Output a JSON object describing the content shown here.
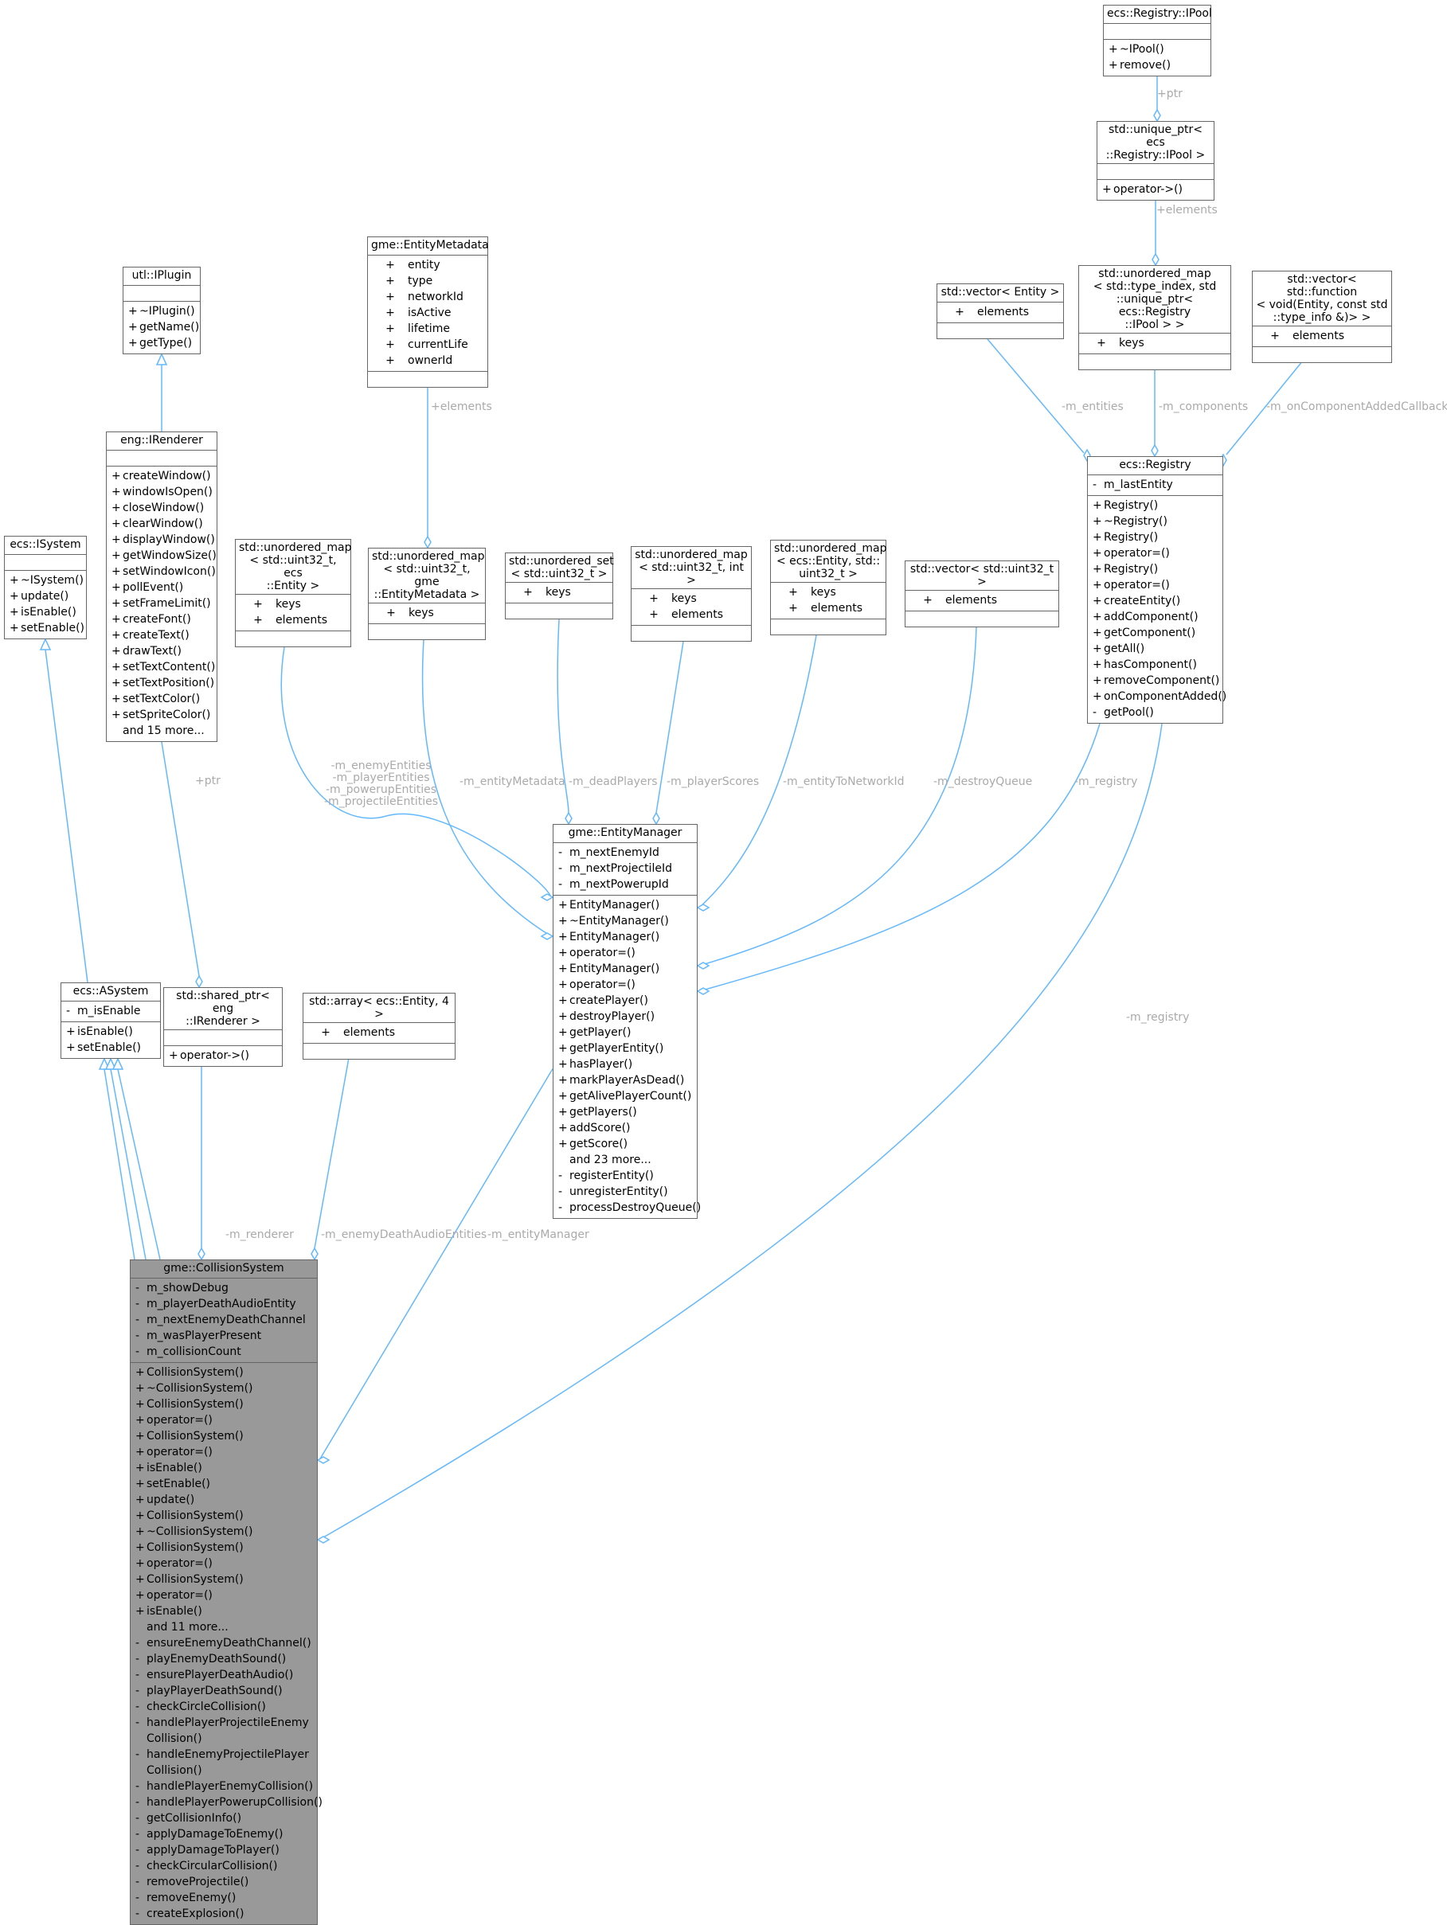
{
  "colors": {
    "edge": "#63b8ff",
    "border": "#666666",
    "focus_fill": "#999999",
    "label": "#aaaaaa"
  },
  "classes": {
    "registry_ipool": {
      "title": "ecs::Registry::IPool",
      "attrs": [],
      "methods": [
        [
          "+",
          "~IPool()"
        ],
        [
          "+",
          "remove()"
        ]
      ]
    },
    "unique_ptr_ipool": {
      "title": "std::unique_ptr< ecs\n::Registry::IPool >",
      "attrs": [],
      "methods": [
        [
          "+",
          "operator->()"
        ]
      ]
    },
    "umap_typeindex": {
      "title": "std::unordered_map\n< std::type_index, std\n::unique_ptr< ecs::Registry\n::IPool > >",
      "attrs": [
        [
          "+",
          "keys"
        ]
      ],
      "methods": []
    },
    "vector_entity": {
      "title": "std::vector< Entity >",
      "attrs": [
        [
          "+",
          "elements"
        ]
      ],
      "methods": []
    },
    "vector_function": {
      "title": "std::vector< std::function\n< void(Entity, const std\n::type_info &)> >",
      "attrs": [
        [
          "+",
          "elements"
        ]
      ],
      "methods": []
    },
    "ecs_registry": {
      "title": "ecs::Registry",
      "attrs": [
        [
          "-",
          "m_lastEntity"
        ]
      ],
      "methods": [
        [
          "+",
          "Registry()"
        ],
        [
          "+",
          "~Registry()"
        ],
        [
          "+",
          "Registry()"
        ],
        [
          "+",
          "operator=()"
        ],
        [
          "+",
          "Registry()"
        ],
        [
          "+",
          "operator=()"
        ],
        [
          "+",
          "createEntity()"
        ],
        [
          "+",
          "addComponent()"
        ],
        [
          "+",
          "getComponent()"
        ],
        [
          "+",
          "getAll()"
        ],
        [
          "+",
          "hasComponent()"
        ],
        [
          "+",
          "removeComponent()"
        ],
        [
          "+",
          "onComponentAdded()"
        ],
        [
          "-",
          "getPool()"
        ]
      ]
    },
    "utl_iplugin": {
      "title": "utl::IPlugin",
      "attrs": [],
      "methods": [
        [
          "+",
          "~IPlugin()"
        ],
        [
          "+",
          "getName()"
        ],
        [
          "+",
          "getType()"
        ]
      ]
    },
    "eng_irenderer": {
      "title": "eng::IRenderer",
      "attrs": [],
      "methods": [
        [
          "+",
          "createWindow()"
        ],
        [
          "+",
          "windowIsOpen()"
        ],
        [
          "+",
          "closeWindow()"
        ],
        [
          "+",
          "clearWindow()"
        ],
        [
          "+",
          "displayWindow()"
        ],
        [
          "+",
          "getWindowSize()"
        ],
        [
          "+",
          "setWindowIcon()"
        ],
        [
          "+",
          "pollEvent()"
        ],
        [
          "+",
          "setFrameLimit()"
        ],
        [
          "+",
          "createFont()"
        ],
        [
          "+",
          "createText()"
        ],
        [
          "+",
          "drawText()"
        ],
        [
          "+",
          "setTextContent()"
        ],
        [
          "+",
          "setTextPosition()"
        ],
        [
          "+",
          "setTextColor()"
        ],
        [
          "+",
          "setSpriteColor()"
        ],
        [
          "",
          "and 15 more..."
        ]
      ]
    },
    "ecs_isystem": {
      "title": "ecs::ISystem",
      "attrs": [],
      "methods": [
        [
          "+",
          "~ISystem()"
        ],
        [
          "+",
          "update()"
        ],
        [
          "+",
          "isEnable()"
        ],
        [
          "+",
          "setEnable()"
        ]
      ]
    },
    "entity_metadata": {
      "title": "gme::EntityMetadata",
      "attrs": [
        [
          "+",
          "entity"
        ],
        [
          "+",
          "type"
        ],
        [
          "+",
          "networkId"
        ],
        [
          "+",
          "isActive"
        ],
        [
          "+",
          "lifetime"
        ],
        [
          "+",
          "currentLife"
        ],
        [
          "+",
          "ownerId"
        ]
      ],
      "methods": []
    },
    "umap_entity": {
      "title": "std::unordered_map\n< std::uint32_t, ecs\n::Entity >",
      "attrs": [
        [
          "+",
          "keys"
        ],
        [
          "+",
          "elements"
        ]
      ],
      "methods": []
    },
    "umap_metadata": {
      "title": "std::unordered_map\n< std::uint32_t, gme\n::EntityMetadata >",
      "attrs": [
        [
          "+",
          "keys"
        ]
      ],
      "methods": []
    },
    "uset_uint": {
      "title": "std::unordered_set\n< std::uint32_t >",
      "attrs": [
        [
          "+",
          "keys"
        ]
      ],
      "methods": []
    },
    "umap_int": {
      "title": "std::unordered_map\n< std::uint32_t, int >",
      "attrs": [
        [
          "+",
          "keys"
        ],
        [
          "+",
          "elements"
        ]
      ],
      "methods": []
    },
    "umap_netid": {
      "title": "std::unordered_map\n< ecs::Entity, std::\nuint32_t >",
      "attrs": [
        [
          "+",
          "keys"
        ],
        [
          "+",
          "elements"
        ]
      ],
      "methods": []
    },
    "vector_uint": {
      "title": "std::vector< std::uint32_t >",
      "attrs": [
        [
          "+",
          "elements"
        ]
      ],
      "methods": []
    },
    "entity_manager": {
      "title": "gme::EntityManager",
      "attrs": [
        [
          "-",
          "m_nextEnemyId"
        ],
        [
          "-",
          "m_nextProjectileId"
        ],
        [
          "-",
          "m_nextPowerupId"
        ]
      ],
      "methods": [
        [
          "+",
          "EntityManager()"
        ],
        [
          "+",
          "~EntityManager()"
        ],
        [
          "+",
          "EntityManager()"
        ],
        [
          "+",
          "operator=()"
        ],
        [
          "+",
          "EntityManager()"
        ],
        [
          "+",
          "operator=()"
        ],
        [
          "+",
          "createPlayer()"
        ],
        [
          "+",
          "destroyPlayer()"
        ],
        [
          "+",
          "getPlayer()"
        ],
        [
          "+",
          "getPlayerEntity()"
        ],
        [
          "+",
          "hasPlayer()"
        ],
        [
          "+",
          "markPlayerAsDead()"
        ],
        [
          "+",
          "getAlivePlayerCount()"
        ],
        [
          "+",
          "getPlayers()"
        ],
        [
          "+",
          "addScore()"
        ],
        [
          "+",
          "getScore()"
        ],
        [
          "",
          "and 23 more..."
        ],
        [
          "-",
          "registerEntity()"
        ],
        [
          "-",
          "unregisterEntity()"
        ],
        [
          "-",
          "processDestroyQueue()"
        ]
      ]
    },
    "ecs_asystem": {
      "title": "ecs::ASystem",
      "attrs": [
        [
          "-",
          "m_isEnable"
        ]
      ],
      "methods": [
        [
          "+",
          "isEnable()"
        ],
        [
          "+",
          "setEnable()"
        ]
      ]
    },
    "shared_ptr_irenderer": {
      "title": "std::shared_ptr< eng\n::IRenderer >",
      "attrs": [],
      "methods": [
        [
          "+",
          "operator->()"
        ]
      ]
    },
    "array_entity": {
      "title": "std::array< ecs::Entity, 4 >",
      "attrs": [
        [
          "+",
          "elements"
        ]
      ],
      "methods": []
    },
    "collision_system": {
      "title": "gme::CollisionSystem",
      "attrs": [
        [
          "-",
          "m_showDebug"
        ],
        [
          "-",
          "m_playerDeathAudioEntity"
        ],
        [
          "-",
          "m_nextEnemyDeathChannel"
        ],
        [
          "-",
          "m_wasPlayerPresent"
        ],
        [
          "-",
          "m_collisionCount"
        ]
      ],
      "methods": [
        [
          "+",
          "CollisionSystem()"
        ],
        [
          "+",
          "~CollisionSystem()"
        ],
        [
          "+",
          "CollisionSystem()"
        ],
        [
          "+",
          "operator=()"
        ],
        [
          "+",
          "CollisionSystem()"
        ],
        [
          "+",
          "operator=()"
        ],
        [
          "+",
          "isEnable()"
        ],
        [
          "+",
          "setEnable()"
        ],
        [
          "+",
          "update()"
        ],
        [
          "+",
          "CollisionSystem()"
        ],
        [
          "+",
          "~CollisionSystem()"
        ],
        [
          "+",
          "CollisionSystem()"
        ],
        [
          "+",
          "operator=()"
        ],
        [
          "+",
          "CollisionSystem()"
        ],
        [
          "+",
          "operator=()"
        ],
        [
          "+",
          "isEnable()"
        ],
        [
          "",
          "and 11 more..."
        ],
        [
          "-",
          "ensureEnemyDeathChannel()"
        ],
        [
          "-",
          "playEnemyDeathSound()"
        ],
        [
          "-",
          "ensurePlayerDeathAudio()"
        ],
        [
          "-",
          "playPlayerDeathSound()"
        ],
        [
          "-",
          "checkCircleCollision()"
        ],
        [
          "-",
          "handlePlayerProjectileEnemy Collision()"
        ],
        [
          "-",
          "handleEnemyProjectilePlayer Collision()"
        ],
        [
          "-",
          "handlePlayerEnemyCollision()"
        ],
        [
          "-",
          "handlePlayerPowerupCollision()"
        ],
        [
          "-",
          "getCollisionInfo()"
        ],
        [
          "-",
          "applyDamageToEnemy()"
        ],
        [
          "-",
          "applyDamageToPlayer()"
        ],
        [
          "-",
          "checkCircularCollision()"
        ],
        [
          "-",
          "removeProjectile()"
        ],
        [
          "-",
          "removeEnemy()"
        ],
        [
          "-",
          "createExplosion()"
        ]
      ]
    }
  },
  "edge_labels": {
    "ptr_top": "+ptr",
    "elements_ipool": "+elements",
    "m_entities": "-m_entities",
    "m_components": "-m_components",
    "m_callbacks": "-m_onComponentAddedCallbacks",
    "elements_meta": "+elements",
    "ptr_renderer": "+ptr",
    "entity_maps": "-m_enemyEntities\n-m_playerEntities\n-m_powerupEntities\n-m_projectileEntities",
    "m_entityMetadata": "-m_entityMetadata",
    "m_deadPlayers": "-m_deadPlayers",
    "m_playerScores": "-m_playerScores",
    "m_entityToNetworkId": "-m_entityToNetworkId",
    "m_destroyQueue": "-m_destroyQueue",
    "m_registry_em": "-m_registry",
    "m_registry_cs": "-m_registry",
    "m_renderer": "-m_renderer",
    "m_enemyDeathAudioEntities": "-m_enemyDeathAudioEntities",
    "m_entityManager": "-m_entityManager"
  }
}
